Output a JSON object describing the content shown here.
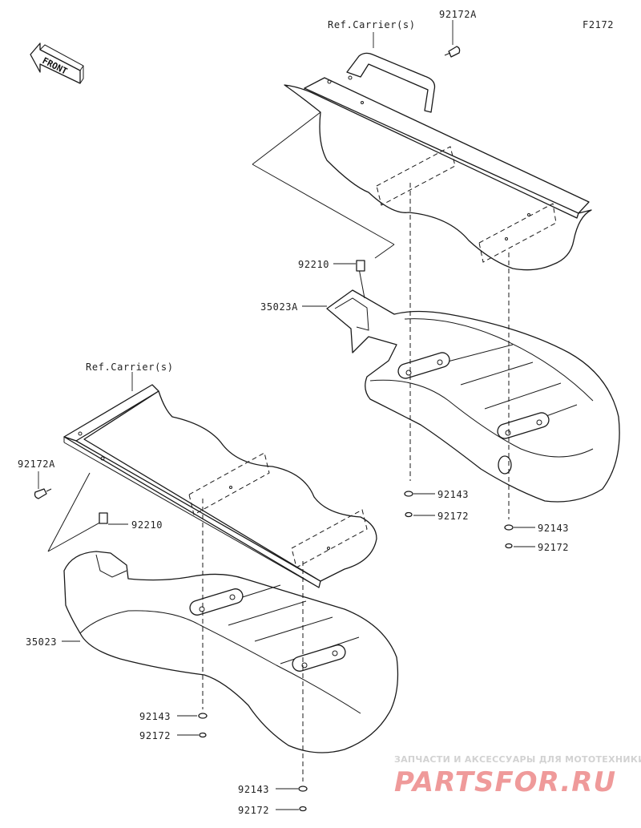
{
  "diagram": {
    "figure_code": "F2172",
    "front_label": "FRONT",
    "labels": {
      "ref_carrier_top": "Ref.Carrier(s)",
      "ref_carrier_left": "Ref.Carrier(s)",
      "p92172A_top": "92172A",
      "p92172A_left": "92172A",
      "p92210_top": "92210",
      "p92210_left": "92210",
      "p35023A": "35023A",
      "p35023": "35023",
      "p92143_r1": "92143",
      "p92172_r1": "92172",
      "p92143_r2": "92143",
      "p92172_r2": "92172",
      "p92143_l1": "92143",
      "p92172_l1": "92172",
      "p92143_l2": "92143",
      "p92172_l2": "92172"
    }
  },
  "watermark": {
    "tagline": "ЗАПЧАСТИ И АКСЕССУАРЫ ДЛЯ МОТОТЕХНИКИ",
    "brand": "PARTSFOR.RU"
  }
}
